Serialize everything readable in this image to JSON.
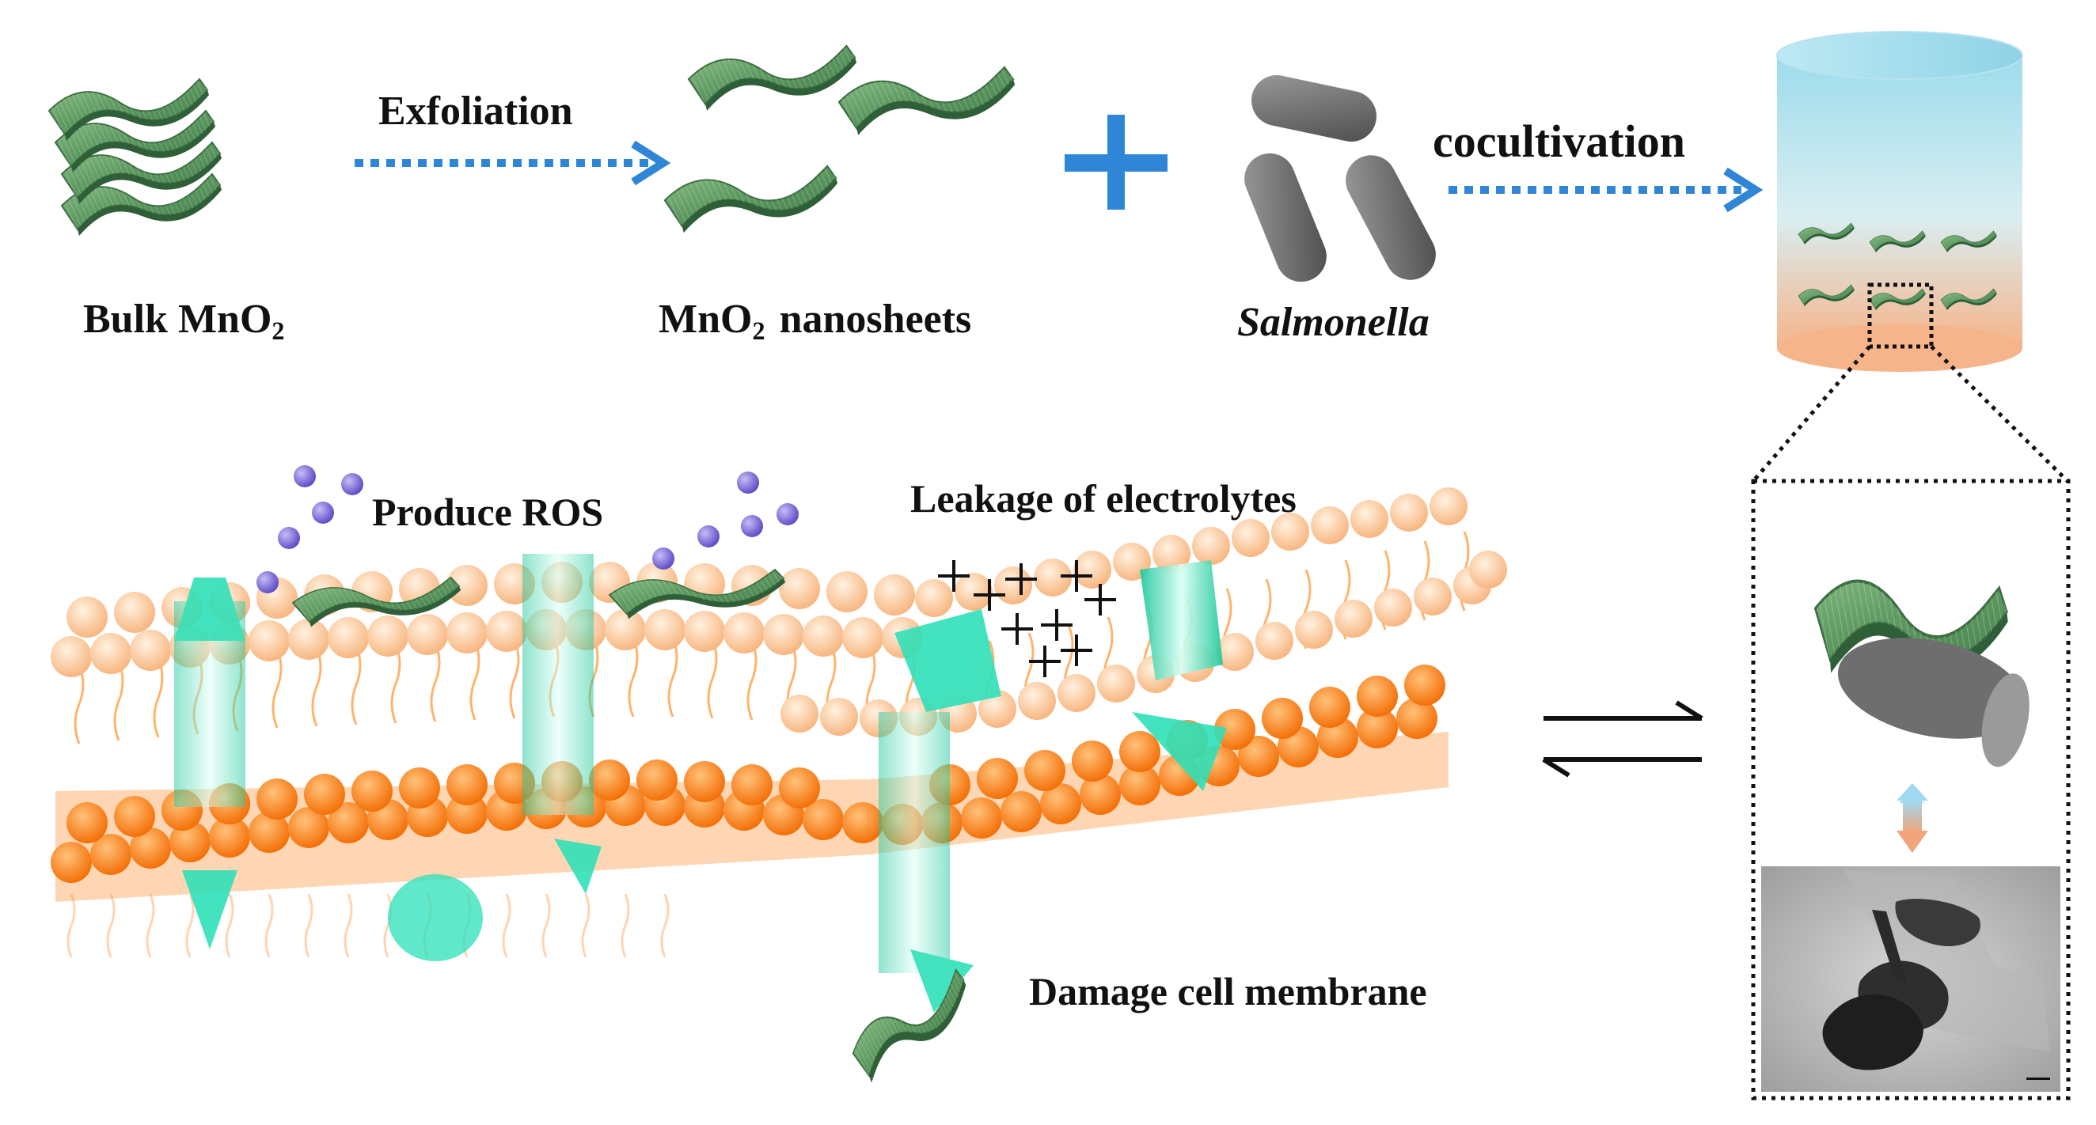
{
  "labels": {
    "bulk": {
      "pre": "Bulk MnO",
      "sub": "2"
    },
    "exfoliation": "Exfoliation",
    "nanosheets": {
      "pre": "MnO",
      "sub": "2",
      "post": "nanosheets"
    },
    "salmonella": "Salmonella",
    "cocultivation": "cocultivation",
    "produce_ros": "Produce ROS",
    "leakage": "Leakage of electrolytes",
    "damage": "Damage cell membrane"
  },
  "colors": {
    "sheet_green": "#5f9a62",
    "sheet_green_light": "#a9d1a3",
    "arrow_blue": "#2f86d6",
    "bacteria_gray": "#6e6e6e",
    "ros_purple": "#7b6ad6",
    "lipid_orange_light": "#ffd7a8",
    "lipid_orange_dark": "#ff7f14",
    "channel_cyan": "#2fe0b8"
  },
  "icons": [
    "nanosheet-icon",
    "dotted-arrow-icon",
    "plus-icon",
    "bacterium-icon",
    "culture-cylinder-icon",
    "ros-particle-icon",
    "ion-plus-icon",
    "equilibrium-arrows-icon",
    "tem-micrograph-icon"
  ]
}
